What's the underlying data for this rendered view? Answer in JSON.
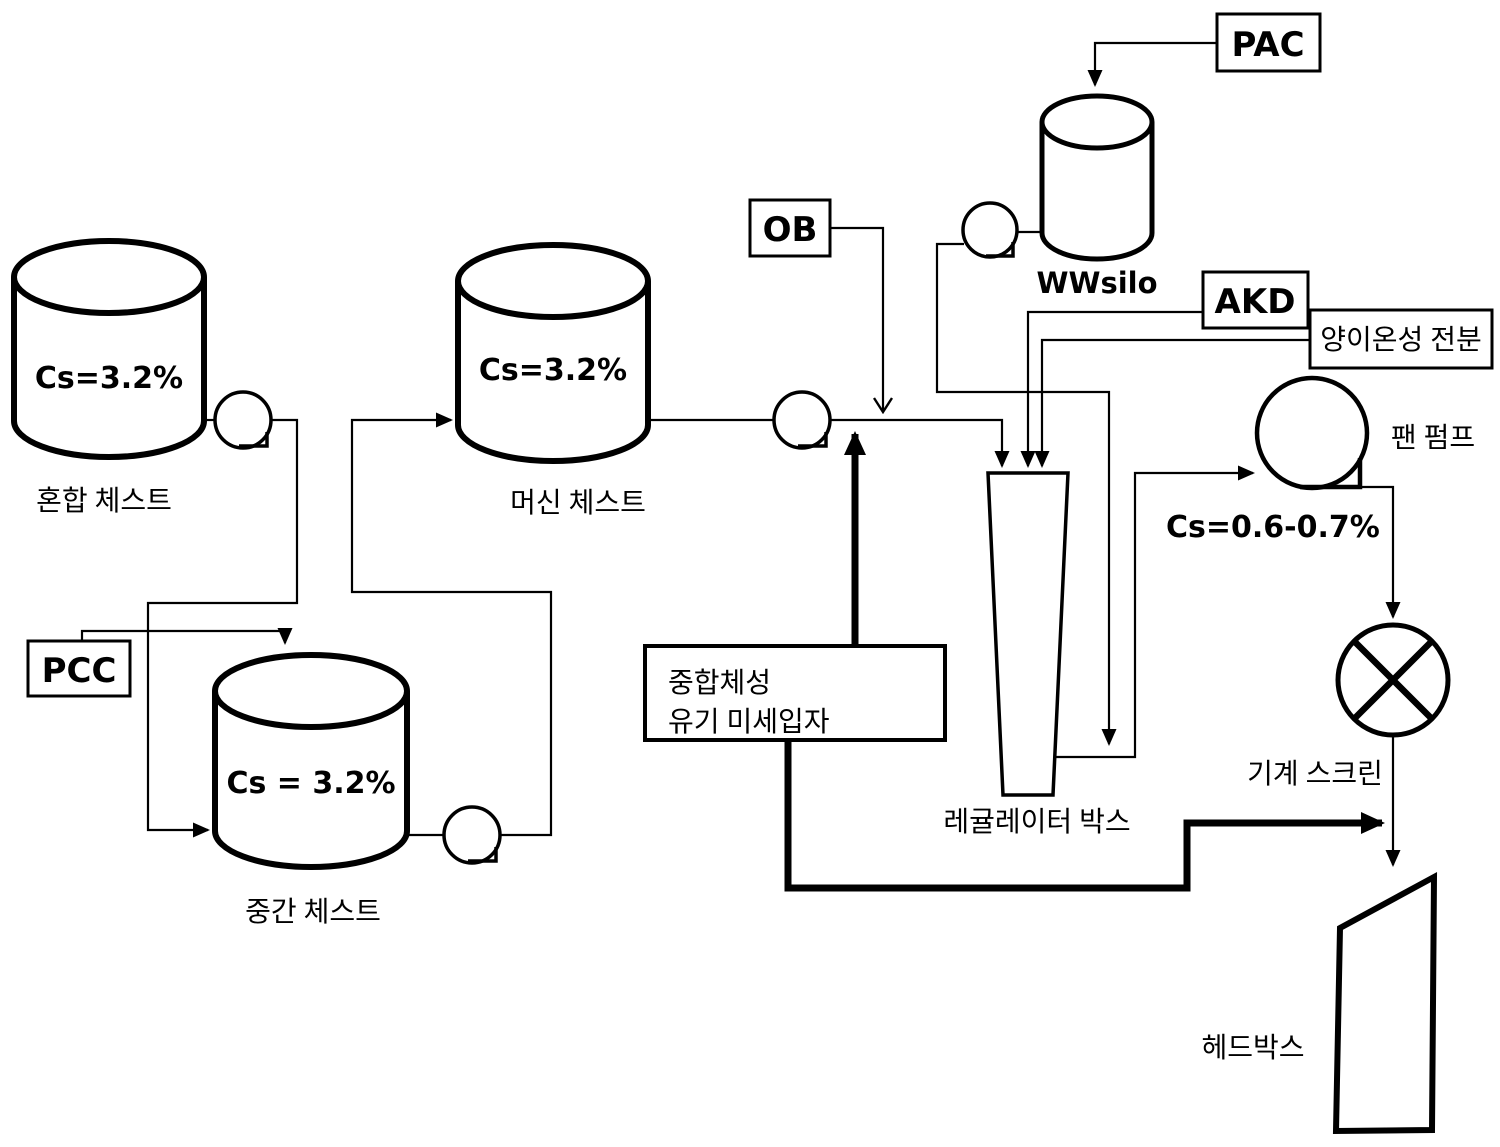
{
  "figure": {
    "background": "#ffffff",
    "line_color": "#000000",
    "mixing_chest": {
      "cs": "Cs=3.2%",
      "label": "혼합 체스트"
    },
    "machine_chest": {
      "cs": "Cs=3.2%",
      "label": "머신 체스트"
    },
    "intermediate_chest": {
      "cs": "Cs = 3.2%",
      "label": "중간 체스트"
    },
    "ww_silo": {
      "label": "WWsilo"
    },
    "chemicals": {
      "pcc": "PCC",
      "ob": "OB",
      "pac": "PAC",
      "akd": "AKD",
      "cationic_starch": "양이온성 전분"
    },
    "microparticle_box": {
      "line1": "중합체성",
      "line2": "유기 미세입자"
    },
    "regulator_box": {
      "label": "레귤레이터 박스"
    },
    "fan_pump": {
      "label": "팬 펌프",
      "cs": "Cs=0.6-0.7%"
    },
    "mechanical_screen": {
      "label": "기계 스크린"
    },
    "headbox": {
      "label": "헤드박스"
    }
  }
}
